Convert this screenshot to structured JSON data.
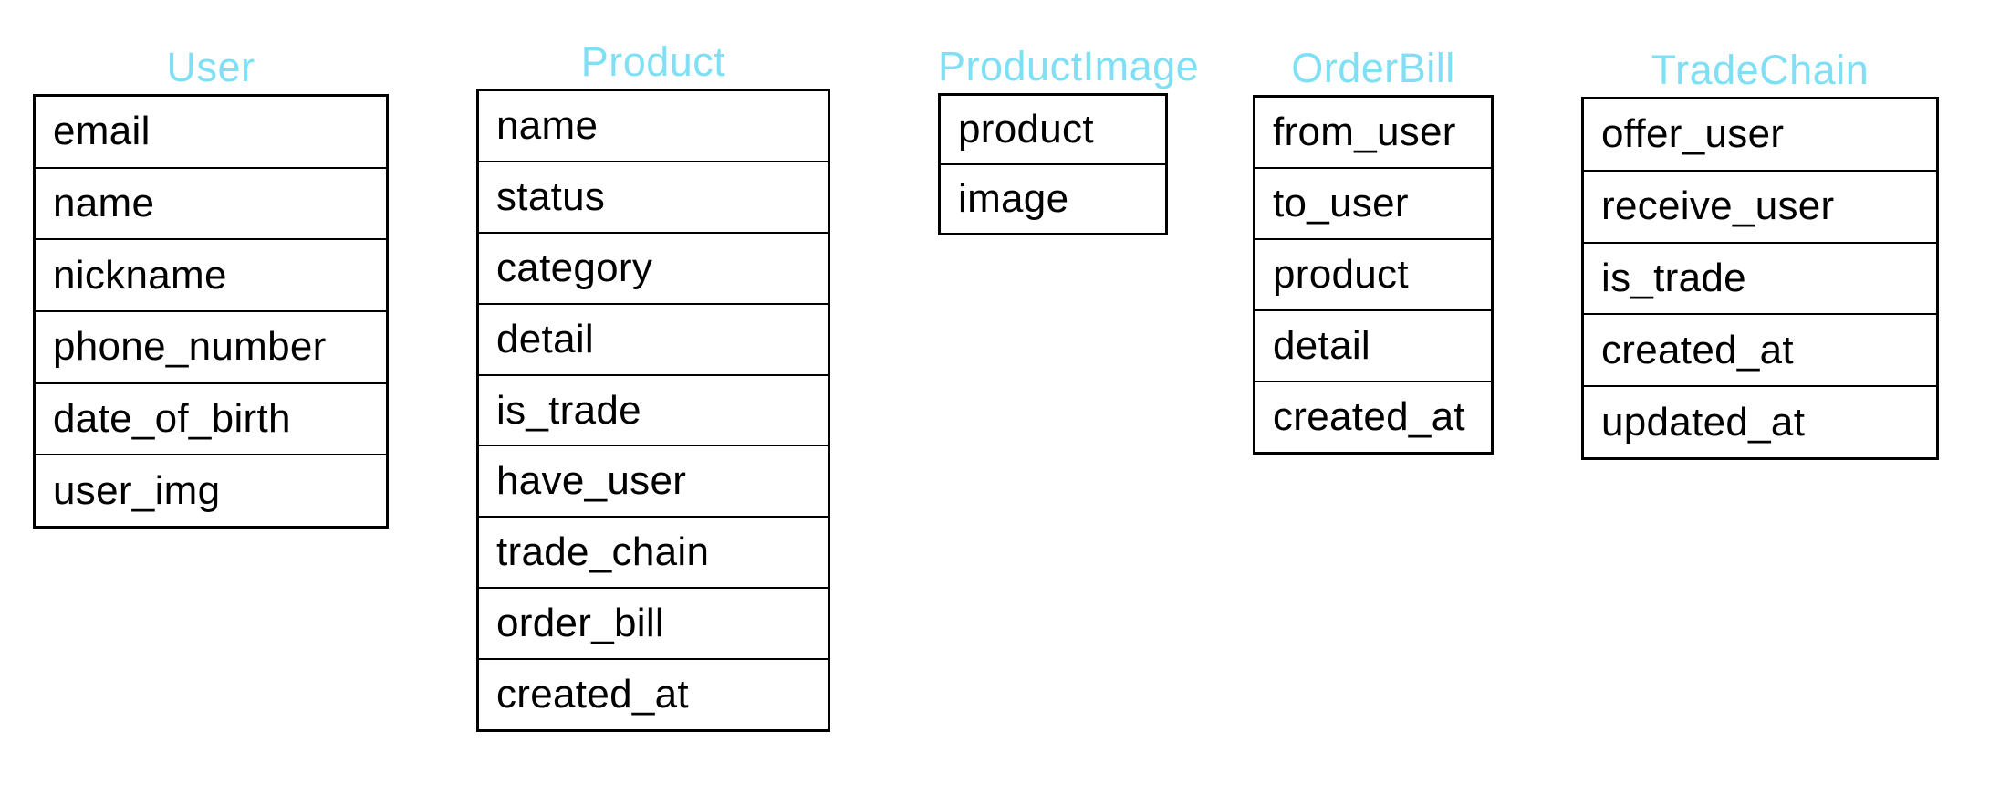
{
  "diagram": {
    "colors": {
      "title": "#7EDFF5",
      "border": "#000000",
      "text": "#000000",
      "background": "#FFFFFF"
    },
    "entities": [
      {
        "name": "User",
        "fields": [
          "email",
          "name",
          "nickname",
          "phone_number",
          "date_of_birth",
          "user_img"
        ]
      },
      {
        "name": "Product",
        "fields": [
          "name",
          "status",
          "category",
          "detail",
          "is_trade",
          "have_user",
          "trade_chain",
          "order_bill",
          "created_at"
        ]
      },
      {
        "name": "ProductImage",
        "fields": [
          "product",
          "image"
        ]
      },
      {
        "name": "OrderBill",
        "fields": [
          "from_user",
          "to_user",
          "product",
          "detail",
          "created_at"
        ]
      },
      {
        "name": "TradeChain",
        "fields": [
          "offer_user",
          "receive_user",
          "is_trade",
          "created_at",
          "updated_at"
        ]
      }
    ]
  }
}
